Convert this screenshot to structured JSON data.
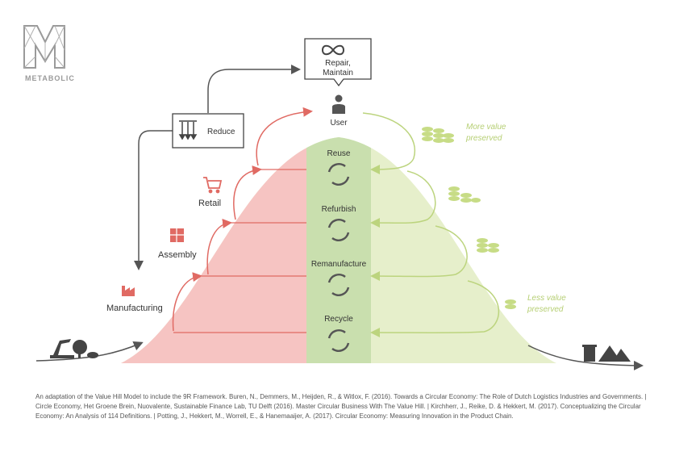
{
  "logo": {
    "word": "METABOLIC"
  },
  "stages": {
    "repair": {
      "line1": "Repair,",
      "line2": "Maintain",
      "icon": "infinity-icon"
    },
    "user": {
      "label": "User",
      "icon": "person-icon"
    },
    "reduce": {
      "label": "Reduce",
      "icon": "down-arrows-icon"
    },
    "retail": {
      "label": "Retail",
      "icon": "cart-icon"
    },
    "assembly": {
      "label": "Assembly",
      "icon": "puzzle-icon"
    },
    "manufacturing": {
      "label": "Manufacturing",
      "icon": "factory-icon"
    }
  },
  "loops": [
    {
      "label": "Reuse",
      "icon": "cycle-icon"
    },
    {
      "label": "Refurbish",
      "icon": "cycle-icon"
    },
    {
      "label": "Remanufacture",
      "icon": "cycle-icon"
    },
    {
      "label": "Recycle",
      "icon": "cycle-icon"
    }
  ],
  "value": {
    "more_line1": "More value",
    "more_line2": "preserved",
    "less_line1": "Less value",
    "less_line2": "preserved"
  },
  "colors": {
    "red_fill": "#f6c4c2",
    "green_fill": "#e6efcb",
    "center_band": "#c9dfae",
    "red_arrow": "#e06a63",
    "green_arrow": "#bcd47e",
    "coin": "#c7dc86",
    "dark": "#444444"
  },
  "caption": "An adaptation of the Value Hill Model to include the 9R Framework. Buren, N., Demmers, M., Heijden, R., & Witlox, F. (2016). Towards a Circular Economy: The Role of Dutch Logistics Industries and Governments. | Circle Economy, Het Groene Brein, Nuovalente, Sustainable Finance Lab, TU Delft (2016). Master Circular Business With The Value Hill. | Kirchherr, J., Reike, D. & Hekkert, M. (2017). Conceptualizing the Circular Economy: An Analysis of 114 Definitions. | Potting, J., Hekkert, M., Worrell, E., & Hanemaaijer, A. (2017). Circular Economy: Measuring Innovation in the Product Chain."
}
